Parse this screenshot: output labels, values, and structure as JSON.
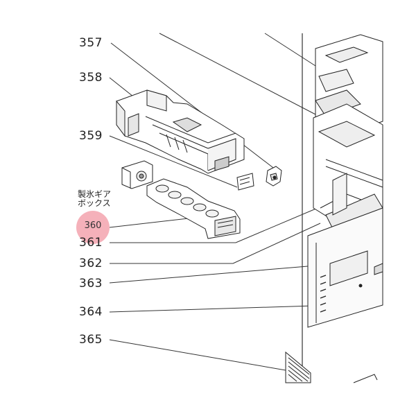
{
  "parts": [
    {
      "id": "357",
      "label": "357"
    },
    {
      "id": "358",
      "label": "358"
    },
    {
      "id": "359",
      "label": "359"
    },
    {
      "id": "360",
      "label": "360"
    },
    {
      "id": "361",
      "label": "361"
    },
    {
      "id": "362",
      "label": "362"
    },
    {
      "id": "363",
      "label": "363"
    },
    {
      "id": "364",
      "label": "364"
    },
    {
      "id": "365",
      "label": "365"
    }
  ],
  "gear_box_label": {
    "line1": "製氷ギア",
    "line2": "ボックス"
  },
  "highlight": {
    "part": "360",
    "color": "#f4aab4"
  },
  "line_color": "#333333"
}
